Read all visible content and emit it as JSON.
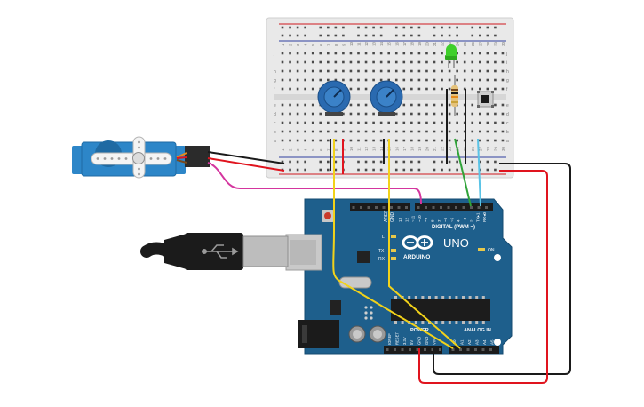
{
  "board": {
    "logo_text": "UNO",
    "brand_text": "ARDUINO",
    "digital_label": "DIGITAL (PWM ~)",
    "power_label": "POWER",
    "analog_label": "ANALOG IN",
    "on_label": "ON",
    "l_label": "L",
    "tx_label": "TX",
    "rx_label": "RX",
    "aref_label": "AREF",
    "gnd_label": "GND",
    "digital_pins": [
      "13",
      "12",
      "~11",
      "~10",
      "~9",
      "8",
      "7",
      "~6",
      "~5",
      "4",
      "~3",
      "2",
      "TX▸1",
      "RX◂0"
    ],
    "power_pins": [
      "IOREF",
      "RESET",
      "3.3V",
      "5V",
      "GND",
      "GND",
      "VIN"
    ],
    "analog_pins": [
      "A0",
      "A1",
      "A2",
      "A3",
      "A4",
      "A5"
    ]
  },
  "breadboard": {
    "column_numbers": [
      "1",
      "2",
      "3",
      "4",
      "5",
      "6",
      "7",
      "8",
      "9",
      "10",
      "11",
      "12",
      "13",
      "14",
      "15",
      "16",
      "17",
      "18",
      "19",
      "20",
      "21",
      "22",
      "23",
      "24",
      "25",
      "26",
      "27",
      "28",
      "29",
      "30"
    ],
    "row_letters_top": [
      "j",
      "i",
      "h",
      "g",
      "f"
    ],
    "row_letters_bottom": [
      "e",
      "d",
      "c",
      "b",
      "a"
    ]
  },
  "colors": {
    "board_blue": "#1e5f8c",
    "board_text": "#ffffff",
    "breadboard": "#e9e9e9",
    "rail_red": "#d0191f",
    "rail_blue": "#2f3fa0",
    "servo_blue": "#2d86c8",
    "pot_blue": "#2a6ab0",
    "led_green": "#3fcf2a",
    "wire_yellow": "#f2d21a",
    "wire_red": "#e0141e",
    "wire_black": "#1a1a1a",
    "wire_magenta": "#d4359e",
    "wire_green": "#30a339",
    "wire_cyan": "#5ac3e6"
  },
  "components": [
    "servo",
    "potentiometer-1",
    "potentiometer-2",
    "green-led",
    "resistor",
    "pushbutton",
    "usb-cable"
  ]
}
